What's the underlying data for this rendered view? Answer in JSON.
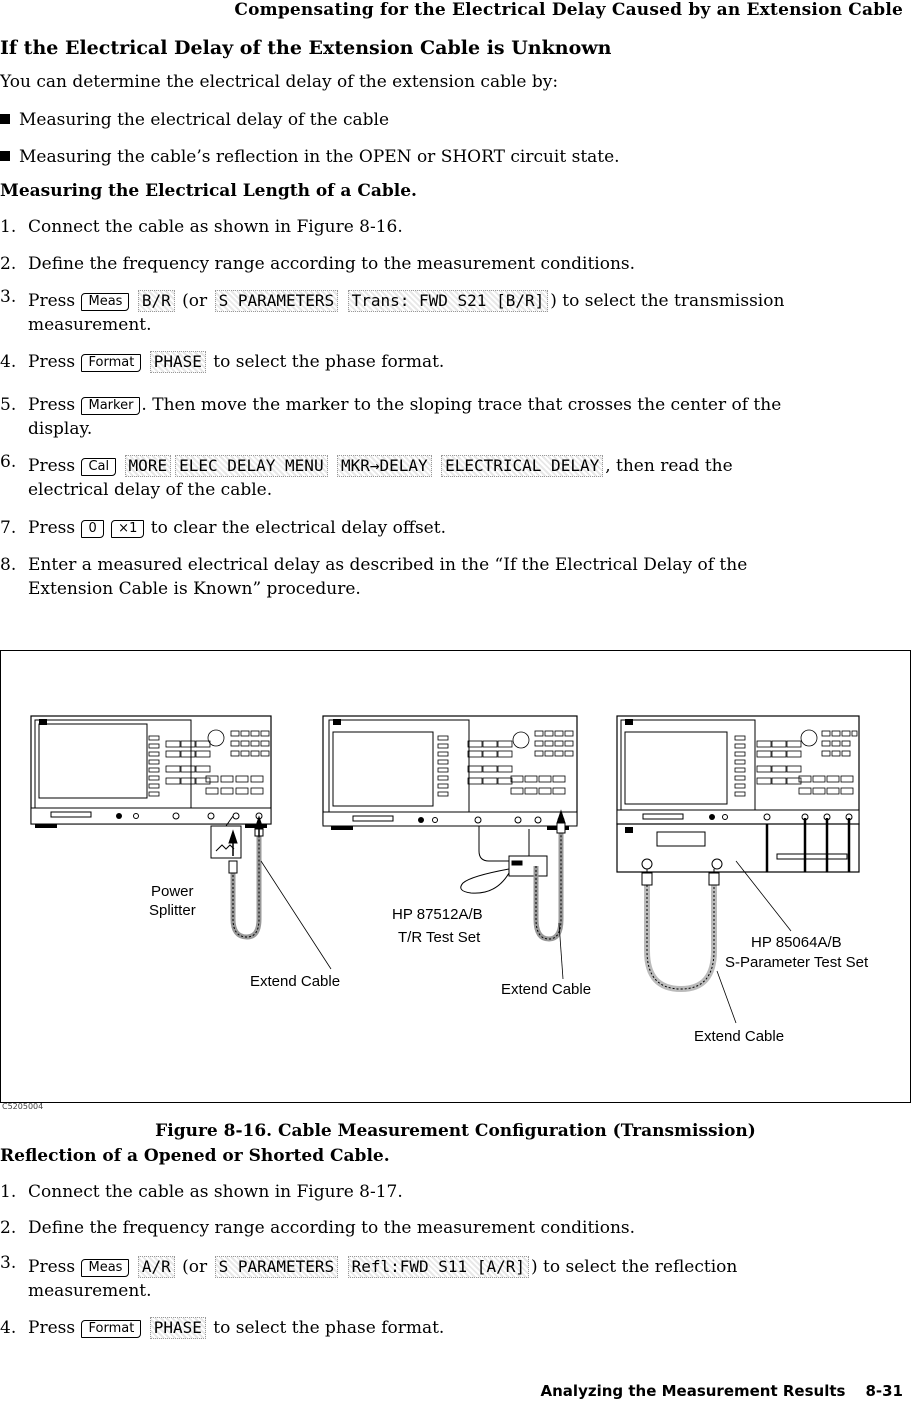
{
  "running_head": "Compensating for the Electrical Delay Caused by an Extension Cable",
  "section_title": "If the Electrical Delay of the Extension Cable is Unknown",
  "intro": "You can determine the electrical delay of the extension cable by:",
  "bullets": [
    "Measuring the electrical delay of the cable",
    "Measuring the cable’s reflection in the OPEN or SHORT circuit state."
  ],
  "subsection1": {
    "title": "Measuring the Electrical Length of a Cable.",
    "steps": [
      {
        "num": "1.",
        "text": "Connect the cable as shown in Figure 8-16."
      },
      {
        "num": "2.",
        "text": "Define the frequency range according to the measurement conditions."
      },
      {
        "num": "3.",
        "press": "Press",
        "key": "Meas",
        "sk1": "B/R",
        "open": "(or",
        "sk2": "S PARAMETERS",
        "sk3": "Trans: FWD S21 [B/R]",
        "after": ") to select the transmission",
        "line2": "measurement."
      },
      {
        "num": "4.",
        "press": "Press",
        "key": "Format",
        "sk1": "PHASE",
        "after": "to select the phase format."
      },
      {
        "num": "5.",
        "press": "Press",
        "key": "Marker",
        "after": ".  Then move the marker to the sloping trace that crosses the center of the",
        "line2": "display."
      },
      {
        "num": "6.",
        "press": "Press",
        "key": "Cal",
        "sk1": "MORE",
        "sk2": "ELEC DELAY MENU",
        "sk3": "MKR→DELAY",
        "sk4": "ELECTRICAL DELAY",
        "after": ", then read the",
        "line2": "electrical delay of the cable."
      },
      {
        "num": "7.",
        "press": "Press",
        "key": "0",
        "key2": "×1",
        "after": "to clear the electrical delay offset."
      },
      {
        "num": "8.",
        "text": "Enter a measured electrical delay as described in the “If the Electrical Delay of the",
        "line2": "Extension Cable is Known” procedure."
      }
    ]
  },
  "figure": {
    "code": "C5205004",
    "caption": "Figure 8-16. Cable Measurement Configuration (Transmission)",
    "labels": {
      "power": "Power",
      "splitter": "Splitter",
      "extend1": "Extend Cable",
      "extend2": "Extend Cable",
      "extend3": "Extend Cable",
      "trset1": "HP 87512A/B",
      "trset2": "T/R Test Set",
      "sparam1": "HP 85064A/B",
      "sparam2": "S-Parameter Test Set"
    }
  },
  "subsection2": {
    "title": "Reflection of a Opened or Shorted Cable.",
    "steps": [
      {
        "num": "1.",
        "text": "Connect the cable as shown in Figure 8-17."
      },
      {
        "num": "2.",
        "text": "Define the frequency range according to the measurement conditions."
      },
      {
        "num": "3.",
        "press": "Press",
        "key": "Meas",
        "sk1": "A/R",
        "open": "(or",
        "sk2": "S PARAMETERS",
        "sk3": "Refl:FWD S11 [A/R]",
        "after": ") to select the reflection",
        "line2": "measurement."
      },
      {
        "num": "4.",
        "press": "Press",
        "key": "Format",
        "sk1": "PHASE",
        "after": "to select the phase format."
      }
    ]
  },
  "footer": {
    "section": "Analyzing the Measurement Results",
    "page": "8-31"
  }
}
